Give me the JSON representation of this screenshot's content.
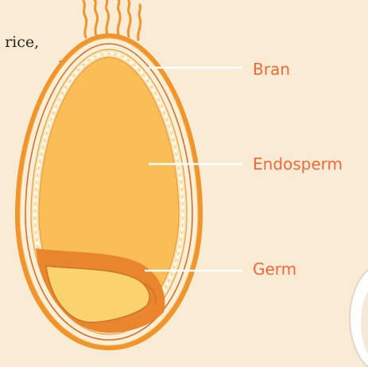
{
  "intro": {
    "line1": ", rice,",
    "line2": "n"
  },
  "labels": {
    "bran": "Bran",
    "endosperm": "Endosperm",
    "germ": "Germ"
  },
  "colors": {
    "background": "#f9ebd4",
    "label": "#ee6a3b",
    "outer_shell": "#f0942c",
    "bran_layer": "#fdefd3",
    "aleurone_ring": "#f9e5b4",
    "endosperm": "#fbbd55",
    "germ_band": "#e9852d",
    "germ_fill": "#fbd36e",
    "leader_line": "#ffffff"
  }
}
